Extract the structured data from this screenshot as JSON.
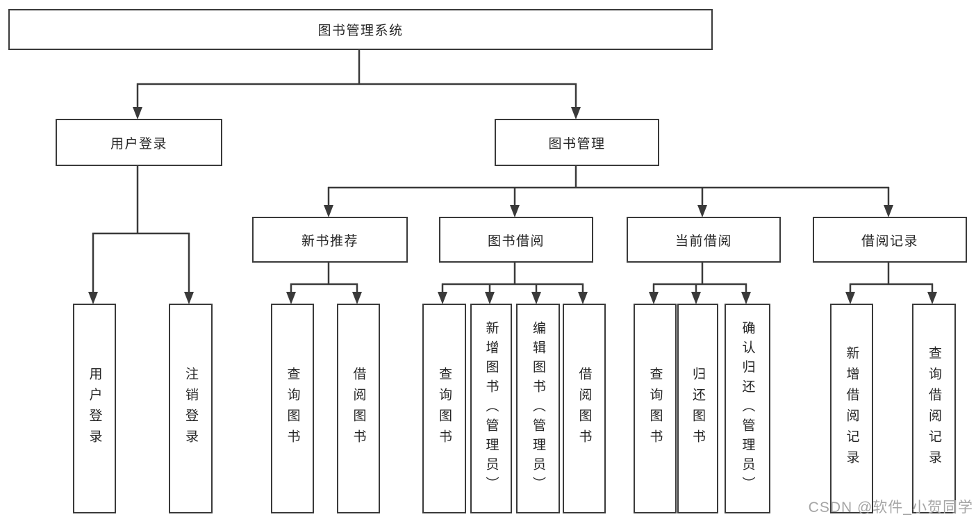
{
  "colors": {
    "line": "#3a3a3a",
    "box_border": "#3a3a3a",
    "text": "#262626",
    "watermark": "#a5a5a5",
    "background": "#ffffff"
  },
  "tree": {
    "root": "图书管理系统",
    "branches": [
      {
        "label": "用户登录",
        "children": [
          "用户登录",
          "注销登录"
        ]
      },
      {
        "label": "图书管理",
        "groups": [
          {
            "label": "新书推荐",
            "children": [
              "查询图书",
              "借阅图书"
            ]
          },
          {
            "label": "图书借阅",
            "children": [
              "查询图书",
              "新增图书（管理员）",
              "编辑图书（管理员）",
              "借阅图书"
            ]
          },
          {
            "label": "当前借阅",
            "children": [
              "查询图书",
              "归还图书",
              "确认归还（管理员）"
            ]
          },
          {
            "label": "借阅记录",
            "children": [
              "新增借阅记录",
              "查询借阅记录"
            ]
          }
        ]
      }
    ]
  },
  "watermark": "CSDN @软件_小贺同学"
}
